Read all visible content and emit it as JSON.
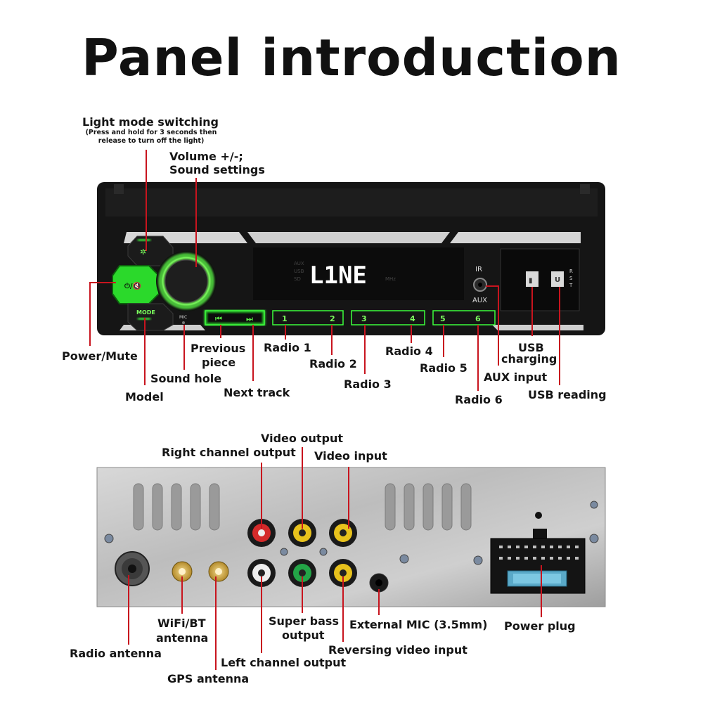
{
  "title": "Panel introduction",
  "front": {
    "labels": {
      "light_mode": "Light mode switching",
      "light_mode_note_1": "(Press and hold for 3 seconds then",
      "light_mode_note_2": "release to turn off the light)",
      "volume_1": "Volume +/-;",
      "volume_2": "Sound settings",
      "power_mute": "Power/Mute",
      "previous_1": "Previous",
      "previous_2": "piece",
      "sound_hole": "Sound hole",
      "model": "Model",
      "next_track": "Next track",
      "radio1": "Radio 1",
      "radio2": "Radio 2",
      "radio3": "Radio 3",
      "radio4": "Radio 4",
      "radio5": "Radio 5",
      "radio6": "Radio 6",
      "aux_input": "AUX input",
      "usb_charging_1": "USB",
      "usb_charging_2": "charging",
      "usb_reading": "USB reading"
    },
    "device": {
      "display_text": "L1NE",
      "display_tags_left": [
        "AUX",
        "USB",
        "SD"
      ],
      "display_tag_right": "MHz",
      "ir": "IR",
      "aux": "AUX",
      "mic": "MIC",
      "mode": "MODE",
      "power_icon_text": "⏻/🔇",
      "u": "U",
      "rst": "RST",
      "keys": [
        "1",
        "2",
        "3",
        "4",
        "5",
        "6"
      ]
    }
  },
  "rear": {
    "labels": {
      "video_output": "Video output",
      "right_channel": "Right channel output",
      "video_input": "Video input",
      "wifi_bt_1": "WiFi/BT",
      "wifi_bt_2": "antenna",
      "super_bass_1": "Super bass",
      "super_bass_2": "output",
      "external_mic": "External MIC (3.5mm)",
      "power_plug": "Power plug",
      "radio_antenna": "Radio antenna",
      "reversing_video": "Reversing video input",
      "left_channel": "Left channel output",
      "gps_antenna": "GPS antenna"
    }
  },
  "colors": {
    "callout_line": "#c8141e",
    "accent_green": "#3dff3d",
    "device_body": "#141414",
    "rca_red": "#d42a2a",
    "rca_yellow": "#e8c21c",
    "rca_green": "#23a447",
    "rca_white": "#eeeeee"
  }
}
